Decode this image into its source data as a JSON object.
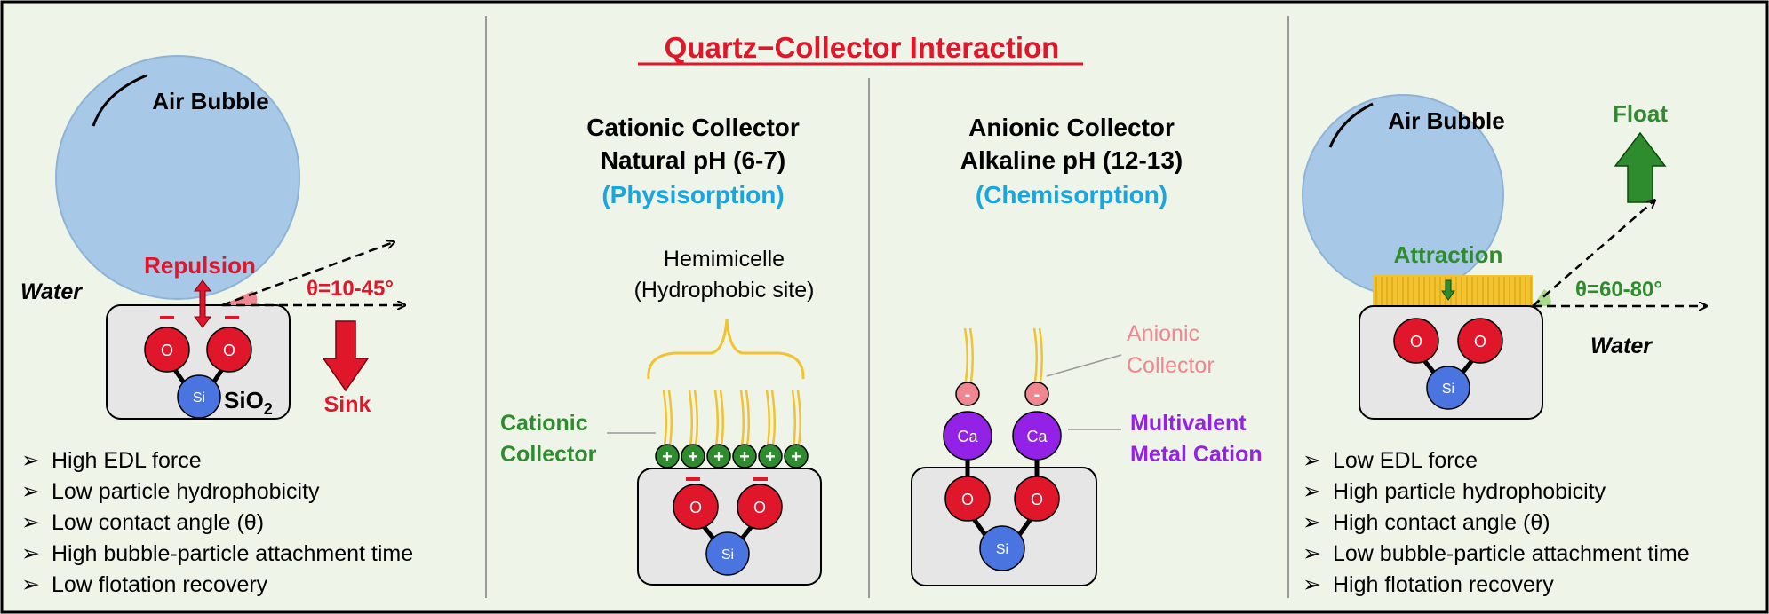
{
  "title": "Quartz−Collector Interaction",
  "colors": {
    "background": "#eef4e8",
    "bubble": "#a7c8e6",
    "red": "#e0162b",
    "blue": "#4a74e0",
    "purple": "#9421e6",
    "green": "#2e8b2e",
    "cyan": "#19a6e0",
    "pink": "#f0868f",
    "gold": "#f2c230",
    "substrate": "#e6e6e6"
  },
  "left_panel": {
    "bubble_label": "Air Bubble",
    "water_label": "Water",
    "force_label": "Repulsion",
    "angle_label": "θ=10-45°",
    "sink_label": "Sink",
    "atom_o": "O",
    "atom_si": "Si",
    "sio2_main": "SiO",
    "sio2_sub": "2",
    "bullets": [
      "High EDL force",
      "Low particle hydrophobicity",
      "Low contact angle (θ)",
      "High bubble-particle attachment time",
      "Low flotation recovery"
    ]
  },
  "cationic": {
    "heading_line1": "Cationic Collector",
    "heading_line2": "Natural pH (6-7)",
    "heading_line3": "(Physisorption)",
    "hemimicelle_line1": "Hemimicelle",
    "hemimicelle_line2": "(Hydrophobic site)",
    "collector_line1": "Cationic",
    "collector_line2": "Collector",
    "plus": "+",
    "atom_o": "O",
    "atom_si": "Si"
  },
  "anionic": {
    "heading_line1": "Anionic Collector",
    "heading_line2": "Alkaline pH (12-13)",
    "heading_line3": "(Chemisorption)",
    "collector_line1": "Anionic",
    "collector_line2": "Collector",
    "cation_line1": "Multivalent",
    "cation_line2": "Metal Cation",
    "minus": "-",
    "atom_ca": "Ca",
    "atom_o": "O",
    "atom_si": "Si"
  },
  "right_panel": {
    "bubble_label": "Air Bubble",
    "float_label": "Float",
    "force_label": "Attraction",
    "angle_label": "θ=60-80°",
    "water_label": "Water",
    "atom_o": "O",
    "atom_si": "Si",
    "bullets": [
      "Low EDL force",
      "High particle hydrophobicity",
      "High contact angle (θ)",
      "Low bubble-particle attachment time",
      "High flotation recovery"
    ]
  }
}
